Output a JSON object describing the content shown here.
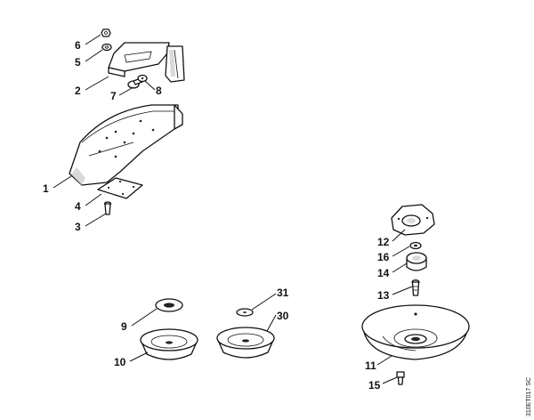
{
  "callouts": {
    "c1": "1",
    "c2": "2",
    "c3": "3",
    "c4": "4",
    "c5": "5",
    "c6": "6",
    "c7": "7",
    "c8": "8",
    "c9": "9",
    "c10": "10",
    "c11": "11",
    "c12": "12",
    "c13": "13",
    "c14": "14",
    "c15": "15",
    "c16": "16",
    "c30": "30",
    "c31": "31"
  },
  "reference_code": "310ET017 SC"
}
